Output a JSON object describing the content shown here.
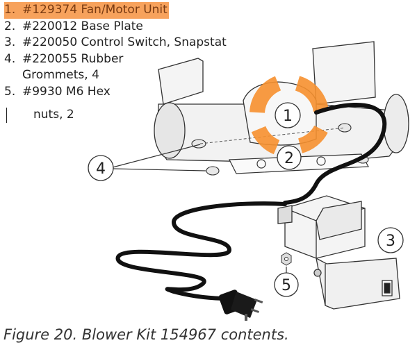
{
  "parts": [
    {
      "num": "1.",
      "text": "#129374 Fan/Motor Unit",
      "selected": true
    },
    {
      "num": "2.",
      "text": "#220012 Base Plate"
    },
    {
      "num": "3.",
      "text": "#220050 Control Switch, Snapstat"
    },
    {
      "num": "4.",
      "text": "#220055 Rubber",
      "cont": "Grommets,  4"
    },
    {
      "num": "5.",
      "text": "#9930 M6 Hex",
      "cont": "nuts,  2"
    }
  ],
  "callouts": [
    "1",
    "2",
    "3",
    "4",
    "5"
  ],
  "caption": "Figure 20. Blower Kit 154967 contents.",
  "colors": {
    "highlight": "#f7a25c",
    "accent": "#f7912f",
    "ink": "#222222"
  }
}
